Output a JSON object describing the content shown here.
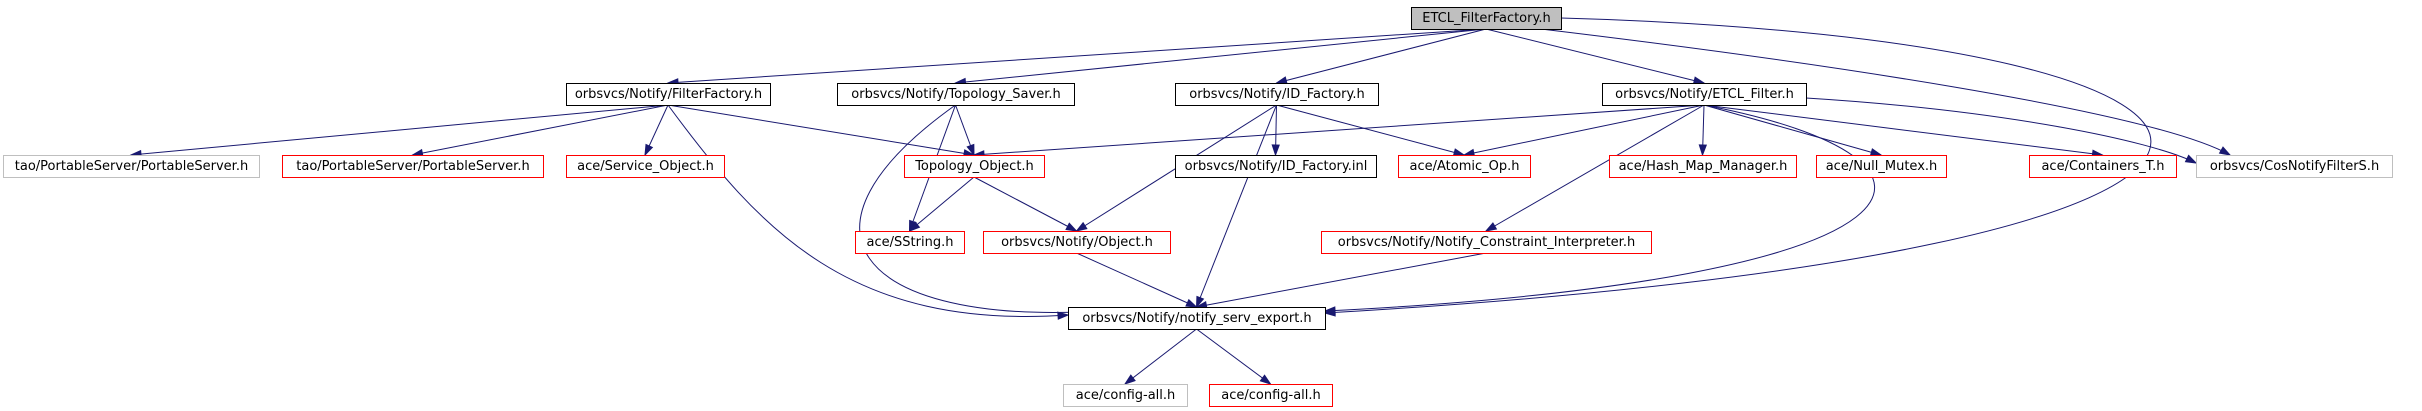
{
  "colors": {
    "edge": "#191970",
    "root_fill": "#bfbfbf",
    "border_black": "#000000",
    "border_red": "#ff0000",
    "border_gray": "#bfbfbf"
  },
  "nodes": [
    {
      "id": "root",
      "label": "ETCL_FilterFactory.h",
      "style": "root"
    },
    {
      "id": "filterfactory",
      "label": "orbsvcs/Notify/FilterFactory.h",
      "style": "black"
    },
    {
      "id": "topology_saver",
      "label": "orbsvcs/Notify/Topology_Saver.h",
      "style": "black"
    },
    {
      "id": "id_factory",
      "label": "orbsvcs/Notify/ID_Factory.h",
      "style": "black"
    },
    {
      "id": "etcl_filter",
      "label": "orbsvcs/Notify/ETCL_Filter.h",
      "style": "black"
    },
    {
      "id": "ps_gray",
      "label": "tao/PortableServer/PortableServer.h",
      "style": "gray"
    },
    {
      "id": "ps_red",
      "label": "tao/PortableServer/PortableServer.h",
      "style": "red"
    },
    {
      "id": "service_object",
      "label": "ace/Service_Object.h",
      "style": "red"
    },
    {
      "id": "topology_object",
      "label": "Topology_Object.h",
      "style": "red"
    },
    {
      "id": "id_factory_inl",
      "label": "orbsvcs/Notify/ID_Factory.inl",
      "style": "black"
    },
    {
      "id": "atomic_op",
      "label": "ace/Atomic_Op.h",
      "style": "red"
    },
    {
      "id": "hash_map",
      "label": "ace/Hash_Map_Manager.h",
      "style": "red"
    },
    {
      "id": "null_mutex",
      "label": "ace/Null_Mutex.h",
      "style": "red"
    },
    {
      "id": "containers_t",
      "label": "ace/Containers_T.h",
      "style": "red"
    },
    {
      "id": "cosnotifyfilters",
      "label": "orbsvcs/CosNotifyFilterS.h",
      "style": "gray"
    },
    {
      "id": "sstring",
      "label": "ace/SString.h",
      "style": "red"
    },
    {
      "id": "notify_object",
      "label": "orbsvcs/Notify/Object.h",
      "style": "red"
    },
    {
      "id": "constraint_interp",
      "label": "orbsvcs/Notify/Notify_Constraint_Interpreter.h",
      "style": "red"
    },
    {
      "id": "notify_serv_export",
      "label": "orbsvcs/Notify/notify_serv_export.h",
      "style": "black"
    },
    {
      "id": "config_all_gray",
      "label": "ace/config-all.h",
      "style": "gray"
    },
    {
      "id": "config_all_red",
      "label": "ace/config-all.h",
      "style": "red"
    }
  ],
  "edges": [
    [
      "root",
      "filterfactory"
    ],
    [
      "root",
      "topology_saver"
    ],
    [
      "root",
      "id_factory"
    ],
    [
      "root",
      "etcl_filter"
    ],
    [
      "root",
      "cosnotifyfilters"
    ],
    [
      "root",
      "notify_serv_export"
    ],
    [
      "filterfactory",
      "ps_gray"
    ],
    [
      "filterfactory",
      "ps_red"
    ],
    [
      "filterfactory",
      "service_object"
    ],
    [
      "filterfactory",
      "topology_object"
    ],
    [
      "filterfactory",
      "notify_serv_export"
    ],
    [
      "topology_saver",
      "topology_object"
    ],
    [
      "topology_saver",
      "sstring"
    ],
    [
      "topology_saver",
      "notify_serv_export"
    ],
    [
      "id_factory",
      "id_factory_inl"
    ],
    [
      "id_factory",
      "atomic_op"
    ],
    [
      "id_factory",
      "notify_object"
    ],
    [
      "id_factory",
      "notify_serv_export"
    ],
    [
      "etcl_filter",
      "topology_object"
    ],
    [
      "etcl_filter",
      "atomic_op"
    ],
    [
      "etcl_filter",
      "hash_map"
    ],
    [
      "etcl_filter",
      "null_mutex"
    ],
    [
      "etcl_filter",
      "containers_t"
    ],
    [
      "etcl_filter",
      "cosnotifyfilters"
    ],
    [
      "etcl_filter",
      "constraint_interp"
    ],
    [
      "etcl_filter",
      "notify_serv_export"
    ],
    [
      "topology_object",
      "sstring"
    ],
    [
      "topology_object",
      "notify_object"
    ],
    [
      "notify_object",
      "notify_serv_export"
    ],
    [
      "constraint_interp",
      "notify_serv_export"
    ],
    [
      "notify_serv_export",
      "config_all_gray"
    ],
    [
      "notify_serv_export",
      "config_all_red"
    ]
  ]
}
